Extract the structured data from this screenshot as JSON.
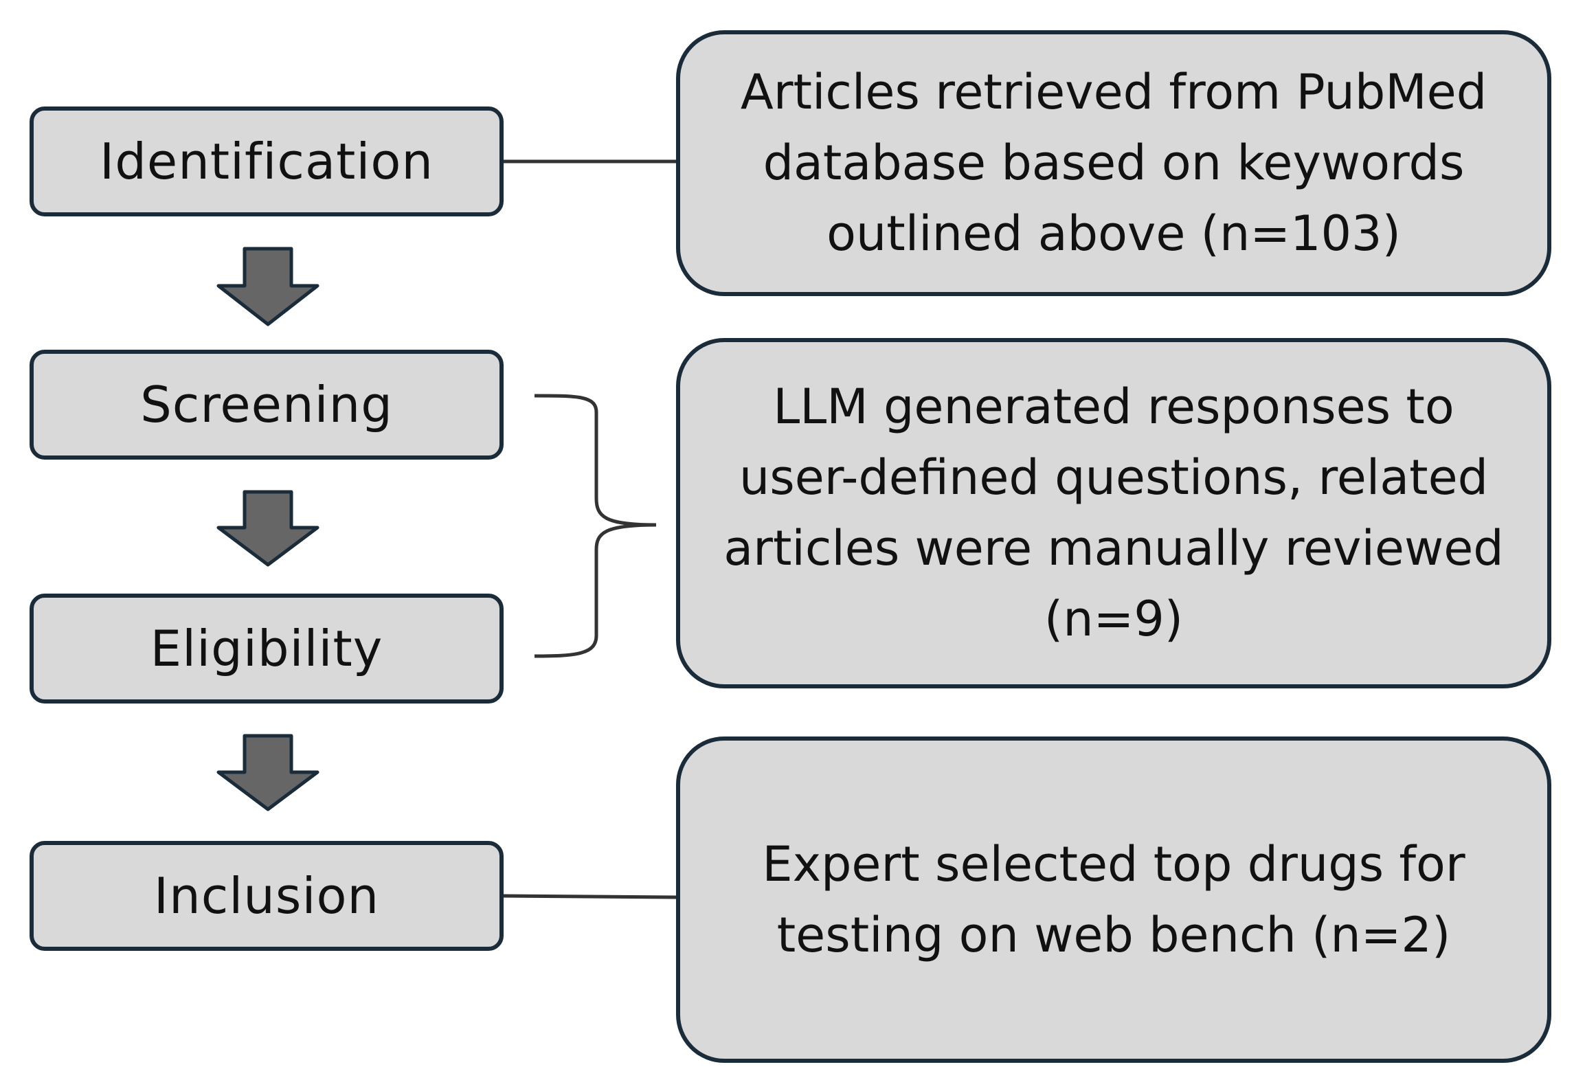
{
  "stages": {
    "identification": "Identification",
    "screening": "Screening",
    "eligibility": "Eligibility",
    "inclusion": "Inclusion"
  },
  "details": {
    "identification": "Articles retrieved from PubMed database based on keywords outlined above (n=103)",
    "screening_eligibility": "LLM generated responses to user-defined questions, related articles were manually reviewed (n=9)",
    "inclusion": "Expert selected top drugs for testing on web bench (n=2)"
  },
  "colors": {
    "box_fill": "#d9d9d9",
    "box_border": "#1a2b3a",
    "arrow_fill": "#666666",
    "connector": "#333333"
  }
}
